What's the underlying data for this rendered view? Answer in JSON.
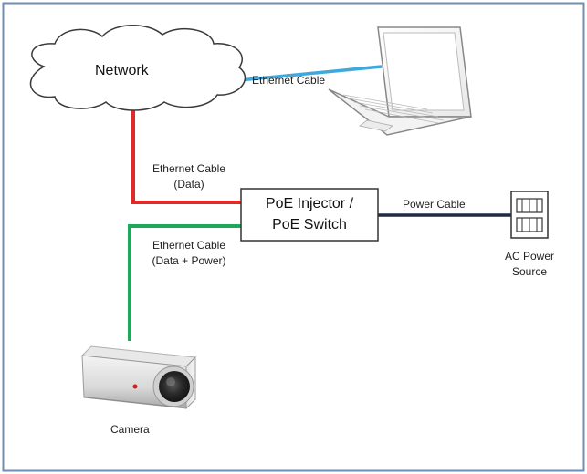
{
  "nodes": {
    "network": "Network",
    "poe_line1": "PoE Injector /",
    "poe_line2": "PoE Switch",
    "ac_line1": "AC Power",
    "ac_line2": "Source",
    "camera": "Camera"
  },
  "edges": {
    "ethernet_laptop": "Ethernet Cable",
    "ethernet_data_line1": "Ethernet Cable",
    "ethernet_data_line2": "(Data)",
    "ethernet_power_line1": "Ethernet Cable",
    "ethernet_power_line2": "(Data + Power)",
    "power_cable": "Power Cable"
  },
  "colors": {
    "ethernet_to_laptop": "#3fa8dc",
    "ethernet_data": "#e02b2b",
    "ethernet_data_power": "#1fa85a",
    "power_cable": "#1c2c44",
    "frame": "#6f8fb4"
  }
}
